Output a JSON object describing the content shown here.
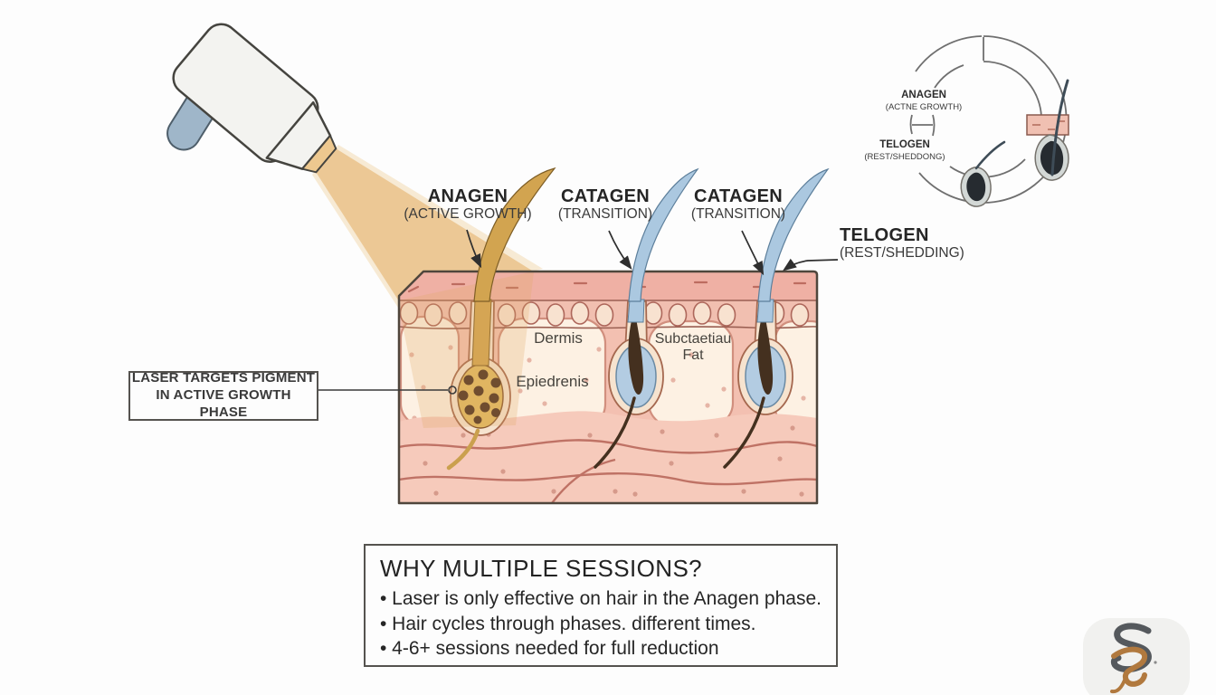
{
  "scene": {
    "phase_labels": [
      {
        "title": "ANAGEN",
        "subtitle": "(ACTIVE GROWTH)"
      },
      {
        "title": "CATAGEN",
        "subtitle": "(TRANSITION)"
      },
      {
        "title": "CATAGEN",
        "subtitle": "(TRANSITION)"
      },
      {
        "title": "TELOGEN",
        "subtitle": "(REST/SHEDDING)"
      }
    ],
    "skin_labels": {
      "dermis": "Dermis",
      "epidermis": "Epiedrenis",
      "subcutaneous_line1": "Subctaetiau",
      "subcutaneous_line2": "Fat"
    },
    "callout": {
      "line1": "LASER TARGETS PIGMENT",
      "line2": "IN ACTIVE GROWTH PHASE"
    },
    "cycle": {
      "anagen_title": "ANAGEN",
      "anagen_subtitle": "(ACTNE GROWTH)",
      "telogen_title": "TELOGEN",
      "telogen_subtitle": "(REST/SHEDDONG)"
    },
    "info_box": {
      "title": "WHY MULTIPLE SESSIONS?",
      "bullets": [
        "• Laser is only effective on hair in the Anagen phase.",
        "• Hair cycles through phases. different times.",
        "• 4-6+ sessions needed for full reduction"
      ]
    },
    "colors": {
      "beam": "#eac289",
      "beam_in_skin": "#dfa75f",
      "anagen_hair": "#d2a450",
      "catagen_hair": "#abc8e0",
      "skin_top_band": "#efb0a4",
      "dermis_cream": "#fdf1e3",
      "lower_dermis": "#f6cabb",
      "device_grip": "#9fb6c9",
      "logo_dark": "#55595d",
      "logo_copper": "#b1793e"
    }
  }
}
